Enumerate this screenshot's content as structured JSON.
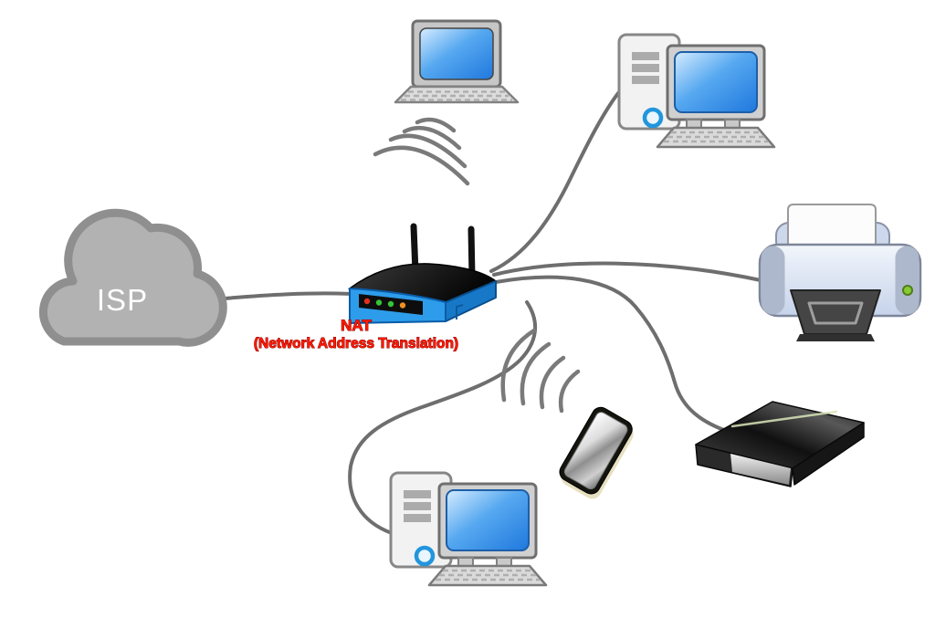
{
  "labels": {
    "isp": "ISP",
    "nat_title": "NAT",
    "nat_subtitle": "(Network Address Translation)"
  },
  "colors": {
    "background": "#FFFFFF",
    "cloud_fill": "#B2B2B2",
    "cloud_border": "#8F8F8F",
    "cloud_text": "#FFFFFF",
    "router_front_blue": "#2D9CEA",
    "router_side_blue": "#1878C8",
    "router_top_black": "#141414",
    "nat_label_red": "#FF1A00",
    "cable_gray": "#6E6E6E",
    "wifi_wave_gray": "#7A7A7A",
    "screen_blue_light": "#D6ECFF",
    "screen_blue_dark": "#1F78DD",
    "device_frame_gray": "#CFCFCF",
    "printer_body_blue_gray": "#DCE6F5",
    "printer_led_green": "#86CB2F",
    "router_led_red": "#E03020",
    "router_led_green": "#35C435",
    "router_led_orange": "#F09020"
  },
  "nodes": [
    {
      "id": "isp-cloud",
      "type": "internet-service-provider-cloud"
    },
    {
      "id": "router",
      "type": "wireless-router"
    },
    {
      "id": "laptop",
      "type": "laptop"
    },
    {
      "id": "desktop-top",
      "type": "desktop-computer"
    },
    {
      "id": "printer",
      "type": "printer"
    },
    {
      "id": "scanner",
      "type": "scanner"
    },
    {
      "id": "smartphone",
      "type": "smartphone"
    },
    {
      "id": "desktop-bottom",
      "type": "desktop-computer"
    }
  ],
  "connections": [
    {
      "from": "isp-cloud",
      "to": "router",
      "type": "wired"
    },
    {
      "from": "router",
      "to": "laptop",
      "type": "wireless",
      "waves": 4
    },
    {
      "from": "router",
      "to": "desktop-top",
      "type": "wired"
    },
    {
      "from": "router",
      "to": "printer",
      "type": "wired"
    },
    {
      "from": "router",
      "to": "scanner",
      "type": "wired"
    },
    {
      "from": "router",
      "to": "smartphone",
      "type": "wireless",
      "waves": 4
    },
    {
      "from": "router",
      "to": "desktop-bottom",
      "type": "wired"
    }
  ]
}
